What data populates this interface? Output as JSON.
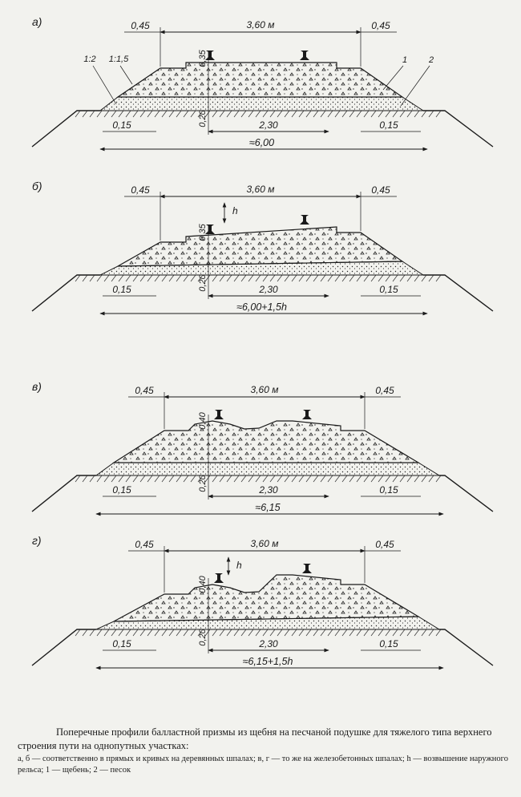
{
  "panels": [
    {
      "letter": "а)",
      "top_width": "3,60 м",
      "shoulder_left": "0,45",
      "shoulder_right": "0,45",
      "ballast_depth": "0,35",
      "sand_depth": "0,20",
      "sand_width": "2,30",
      "berm_left": "0,15",
      "berm_right": "0,15",
      "total_width": "≈6,00",
      "slope_outer": "1:2",
      "slope_inner": "1:1,5",
      "leader_1": "1",
      "leader_2": "2",
      "rail_lift": ""
    },
    {
      "letter": "б)",
      "top_width": "3,60 м",
      "shoulder_left": "0,45",
      "shoulder_right": "0,45",
      "ballast_depth": "0,35",
      "sand_depth": "0,20",
      "sand_width": "2,30",
      "berm_left": "0,15",
      "berm_right": "0,15",
      "total_width": "≈6,00+1,5h",
      "rail_lift": "h"
    },
    {
      "letter": "в)",
      "top_width": "3,60 м",
      "shoulder_left": "0,45",
      "shoulder_right": "0,45",
      "ballast_depth": "0,40",
      "sand_depth": "0,20",
      "sand_width": "2,30",
      "berm_left": "0,15",
      "berm_right": "0,15",
      "total_width": "≈6,15",
      "rail_lift": ""
    },
    {
      "letter": "г)",
      "top_width": "3,60 м",
      "shoulder_left": "0,45",
      "shoulder_right": "0,45",
      "ballast_depth": "0,40",
      "sand_depth": "0,20",
      "sand_width": "2,30",
      "berm_left": "0,15",
      "berm_right": "0,15",
      "total_width": "≈6,15+1,5h",
      "rail_lift": "h"
    }
  ],
  "caption": {
    "title": "Поперечные профили балластной призмы из щебня на песчаной подушке для тяжелого типа верхнего строения пути на однопутных участках:",
    "legend": "а, б — соответственно в прямых и кривых на деревянных шпалах; в, г — то же на железобетонных шпалах; h — возвышение наружного рельса; 1 — щебень; 2 — песок"
  },
  "colors": {
    "ink": "#1a1a1a",
    "paper": "#f2f2ee"
  }
}
